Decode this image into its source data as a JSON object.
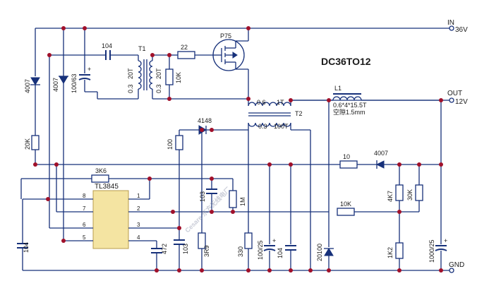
{
  "labels": {
    "in": "IN",
    "in_v": "36V",
    "out": "OUT",
    "out_v": "12V",
    "gnd": "GND",
    "title": "DC36TO12",
    "t1": "T1",
    "t1_w1": "0.3",
    "t1_w2": "20T",
    "t1_w3": "0.3",
    "t1_w4": "20T",
    "t2": "T2",
    "t2_w1": "0.6",
    "t2_w2": "1T",
    "t2_w3": "0.3",
    "t2_w4": "100T",
    "l1": "L1",
    "l1_spec": "0.6*4*15.5T",
    "l1_gap": "空隙1.5mm",
    "p75": "P75",
    "ic": "TL3845"
  },
  "components": {
    "c104_top": "104",
    "r22": "22",
    "r10k_a": "10K",
    "d4007_left": "4007",
    "d4007_2": "4007",
    "c100_63": "100/63",
    "r20k": "20K",
    "d4148": "4148",
    "r100": "100",
    "r3k6": "3K6",
    "c103_a": "103",
    "r1m": "1M",
    "r10": "10",
    "d4007_out": "4007",
    "r10k_b": "10K",
    "r4k7": "4K7",
    "r30k": "30K",
    "c104_left": "104",
    "c472": "472",
    "c103_b": "103",
    "r3r9": "3R9",
    "r330": "330",
    "c100_25a": "100/25",
    "c104_b": "104",
    "d20100": "20100",
    "r1k2": "1K2",
    "c1000_25": "1000/25"
  },
  "pins": [
    "8",
    "7",
    "6",
    "5",
    "1",
    "2",
    "3",
    "4"
  ],
  "watermark": "Cesare 东方无线电厂"
}
